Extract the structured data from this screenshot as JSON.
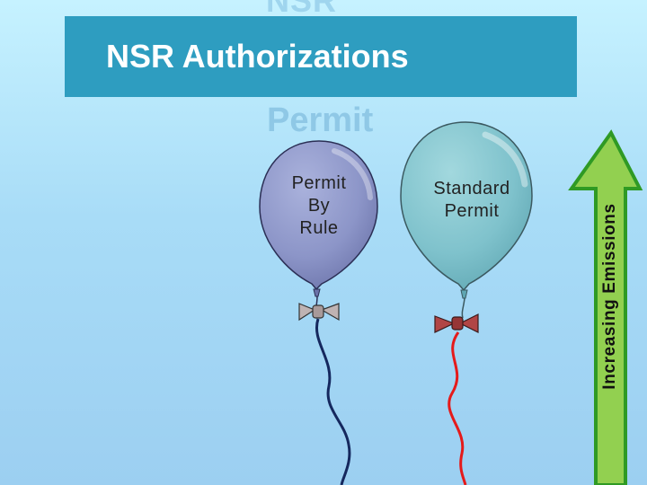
{
  "slide": {
    "ghost_heading": "NSR",
    "title": "NSR Authorizations",
    "ghost_subheading": "Permit",
    "colors": {
      "banner": "#2e9dc0",
      "balloon_pbr": "#8c95c8",
      "balloon_std": "#7fc2cc",
      "string_pbr": "#15285e",
      "string_std": "#e51a1a",
      "arrow_fill": "#92d050",
      "arrow_stroke": "#2f9a24"
    }
  },
  "balloons": [
    {
      "label_lines": [
        "Permit",
        "By",
        "Rule"
      ],
      "ribbon": "bow-tie-gray"
    },
    {
      "label_lines": [
        "Standard",
        "Permit"
      ],
      "ribbon": "bow-tie-red"
    }
  ],
  "arrow": {
    "label": "Increasing Emissions",
    "icon": "up-arrow-icon"
  }
}
